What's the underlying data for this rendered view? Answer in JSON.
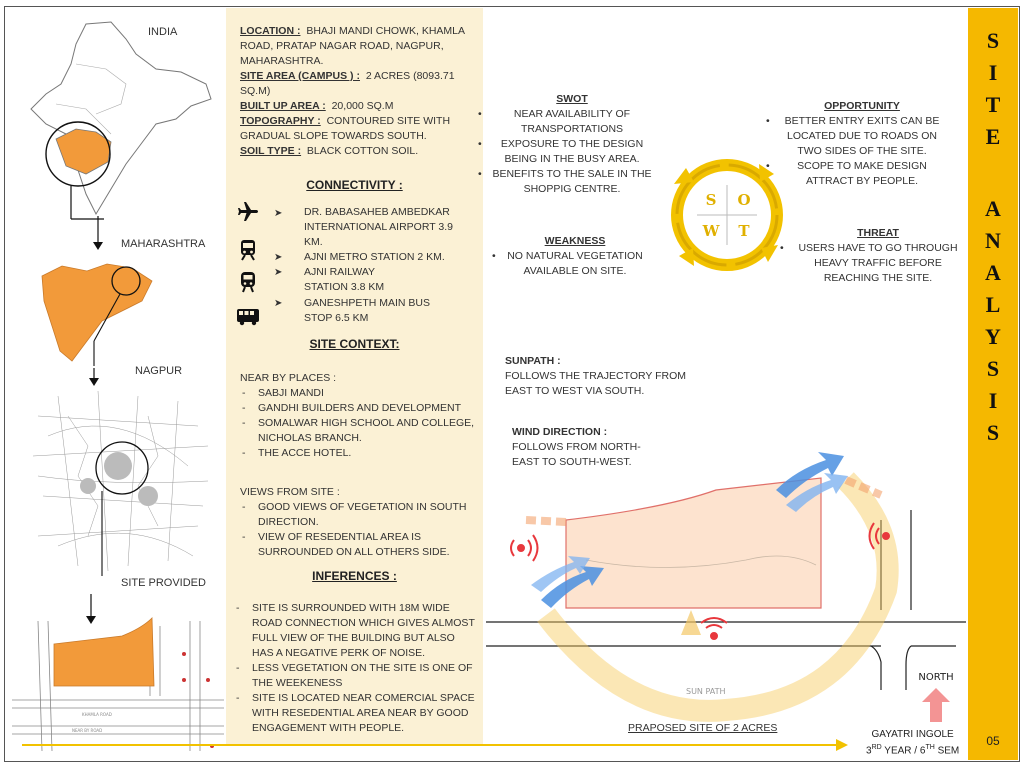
{
  "maps": {
    "india_label": "INDIA",
    "maharashtra_label": "MAHARASHTRA",
    "nagpur_label": "NAGPUR",
    "site_label": "SITE PROVIDED"
  },
  "site_info": {
    "location_label": "LOCATION :",
    "location_value": "BHAJI MANDI CHOWK, KHAMLA ROAD, PRATAP NAGAR ROAD, NAGPUR, MAHARASHTRA.",
    "area_label": "SITE AREA (CAMPUS ) :",
    "area_value": "2 ACRES (8093.71 SQ.M)",
    "built_label": "BUILT UP AREA :",
    "built_value": "20,000 SQ.M",
    "topo_label": "TOPOGRAPHY :",
    "topo_value": "CONTOURED SITE WITH GRADUAL SLOPE TOWARDS SOUTH.",
    "soil_label": "SOIL TYPE :",
    "soil_value": "BLACK COTTON SOIL."
  },
  "connectivity": {
    "heading": "CONNECTIVITY :",
    "arrow": "➤",
    "items": [
      {
        "icon": "airplane-icon",
        "text": "DR. BABASAHEB AMBEDKAR INTERNATIONAL AIRPORT 3.9 KM."
      },
      {
        "icon": "metro-train-icon",
        "text": "AJNI METRO STATION 2 KM."
      },
      {
        "icon": "railway-train-icon",
        "text": "AJNI RAILWAY STATION 3.8 KM"
      },
      {
        "icon": "bus-icon",
        "text": "GANESHPETH MAIN BUS STOP 6.5 KM"
      }
    ]
  },
  "site_context": {
    "heading": "SITE CONTEXT:",
    "nearby_label": "NEAR BY PLACES :",
    "nearby": [
      "SABJI MANDI",
      "GANDHI BUILDERS AND DEVELOPMENT",
      "SOMALWAR HIGH SCHOOL AND COLLEGE, NICHOLAS BRANCH.",
      "THE ACCE HOTEL."
    ],
    "views_label": "VIEWS FROM SITE :",
    "views": [
      "GOOD VIEWS OF VEGETATION IN SOUTH DIRECTION.",
      "VIEW OF RESEDENTIAL AREA IS SURROUNDED ON ALL OTHERS SIDE."
    ]
  },
  "inferences": {
    "heading": "INFERENCES :",
    "items": [
      "SITE IS SURROUNDED WITH 18M WIDE ROAD CONNECTION WHICH GIVES ALMOST FULL VIEW OF THE BUILDING BUT ALSO HAS A NEGATIVE PERK OF NOISE.",
      "LESS VEGETATION ON THE SITE IS ONE OF THE WEEKENESS",
      "SITE IS LOCATED NEAR COMERCIAL SPACE WITH RESEDENTIAL AREA NEAR BY GOOD ENGAGEMENT WITH PEOPLE."
    ]
  },
  "swot": {
    "strength_heading": "SWOT",
    "strength": [
      "NEAR AVAILABILITY OF TRANSPORTATIONS",
      "EXPOSURE TO THE DESIGN BEING IN THE BUSY AREA.",
      "BENEFITS TO THE SALE IN THE SHOPPIG CENTRE."
    ],
    "weakness_heading": "WEAKNESS",
    "weakness": [
      "NO NATURAL VEGETATION AVAILABLE ON SITE."
    ],
    "opportunity_heading": "OPPORTUNITY",
    "opportunity": [
      "BETTER ENTRY EXITS CAN BE LOCATED DUE TO ROADS ON TWO SIDES OF THE SITE.",
      "SCOPE TO MAKE DESIGN ATTRACT BY PEOPLE."
    ],
    "threat_heading": "THREAT",
    "threat": [
      "USERS HAVE TO GO THROUGH HEAVY TRAFFIC BEFORE REACHING THE SITE."
    ],
    "letters": [
      "S",
      "O",
      "W",
      "T"
    ]
  },
  "sunpath": {
    "heading": "SUNPATH :",
    "text": "FOLLOWS THE TRAJECTORY FROM EAST TO WEST VIA SOUTH.",
    "arc_label": "SUN PATH"
  },
  "wind": {
    "heading": "WIND DIRECTION :",
    "text": "FOLLOWS FROM NORTH- EAST TO SOUTH-WEST."
  },
  "diagram": {
    "caption": "PRAPOSED SITE OF 2 ACRES",
    "north": "NORTH"
  },
  "sidebar": {
    "title_letters": [
      "S",
      "I",
      "T",
      "E",
      "A",
      "N",
      "A",
      "L",
      "Y",
      "S",
      "I",
      "S"
    ],
    "page": "05"
  },
  "author": {
    "name": "GAYATRI INGOLE",
    "year": "3",
    "year_sup": "RD",
    "year_text": "YEAR /",
    "sem": "6",
    "sem_sup": "TH",
    "sem_text": "SEM"
  },
  "colors": {
    "accent": "#f5b800",
    "site_orange": "#f29a3a",
    "panel_bg": "#fbf1d5",
    "noise_red": "#e8383d",
    "wind_blue": "#4a8fe0"
  }
}
